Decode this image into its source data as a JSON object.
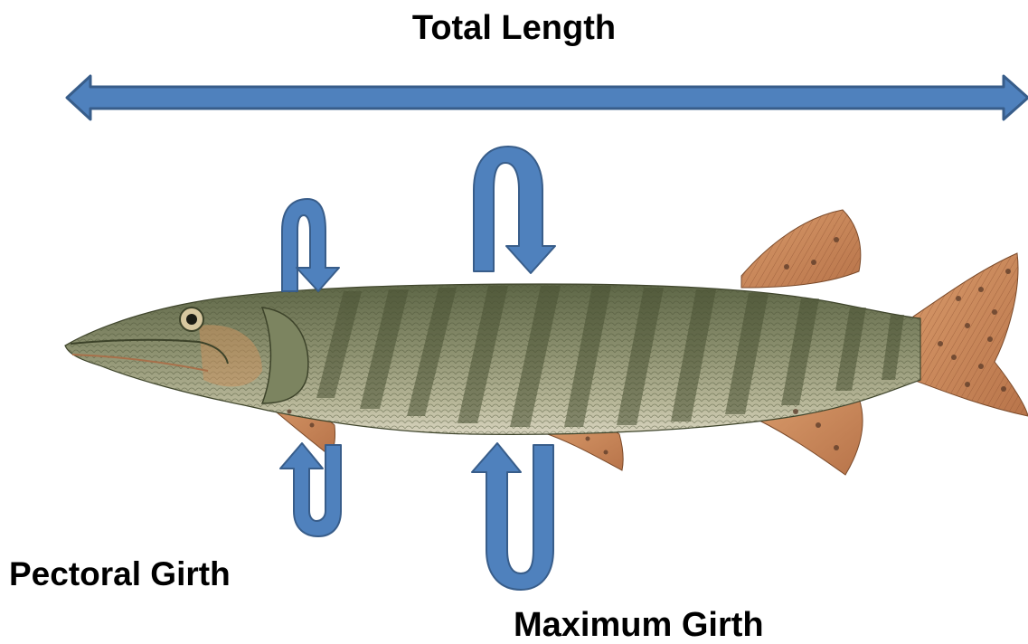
{
  "labels": {
    "total_length": "Total Length",
    "pectoral_girth": "Pectoral Girth",
    "maximum_girth": "Maximum Girth"
  },
  "colors": {
    "arrow_fill": "#4f81bd",
    "arrow_stroke": "#385d8a",
    "fish_body": "#8a8f6a",
    "fish_stripe": "#4e5638",
    "fin": "#c98a5a",
    "fin_spot": "#5a3a28",
    "background": "#ffffff"
  },
  "icons": {
    "length_arrow": "double-headed-arrow-icon",
    "girth_arrow": "curved-loop-arrow-icon",
    "fish": "pike-fish-illustration"
  }
}
